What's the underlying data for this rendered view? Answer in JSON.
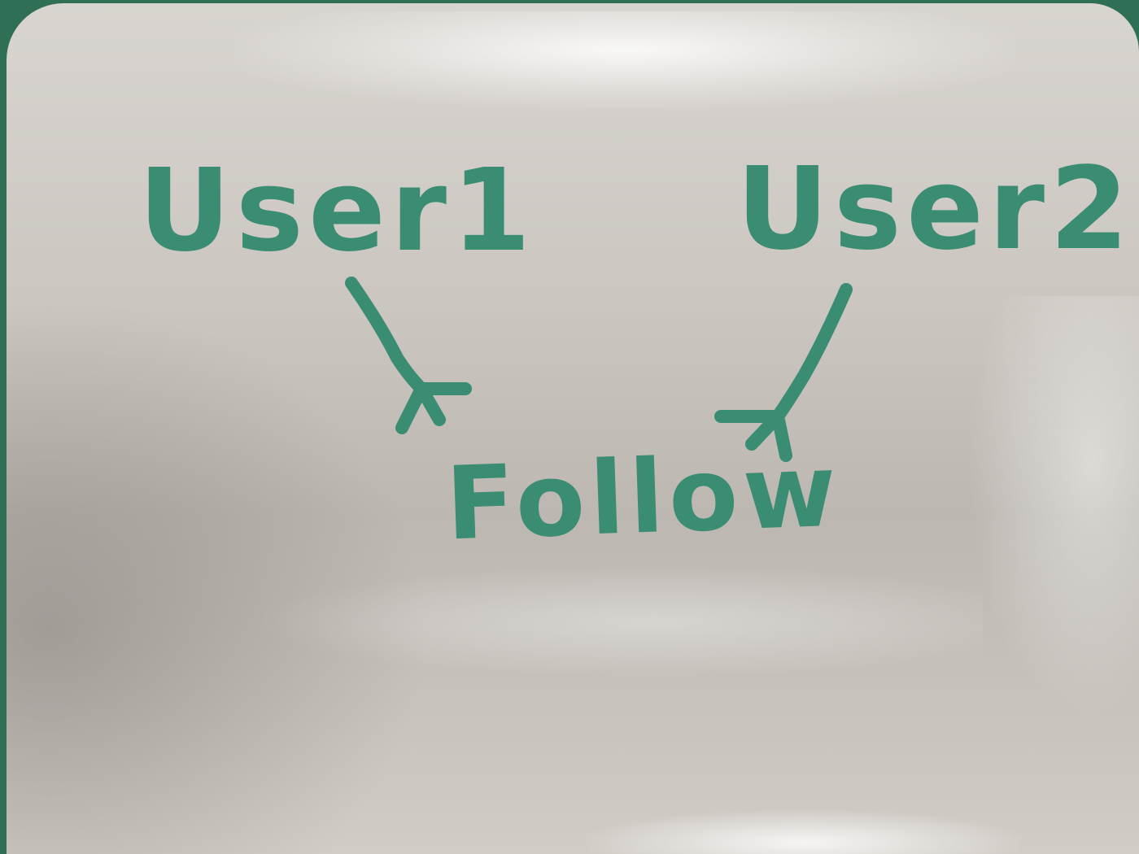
{
  "diagram": {
    "nodes": [
      {
        "id": "user1",
        "label": "User1"
      },
      {
        "id": "user2",
        "label": "User2"
      },
      {
        "id": "follow",
        "label": "Follow"
      }
    ],
    "edges": [
      {
        "from": "user1",
        "to": "follow",
        "arrowhead": "crow-foot (many)"
      },
      {
        "from": "user2",
        "to": "follow",
        "arrowhead": "crow-foot (many)"
      }
    ],
    "ink_color": "#3a8c72",
    "board_color": "#cbc6c0",
    "background_color": "#2f6f55"
  }
}
